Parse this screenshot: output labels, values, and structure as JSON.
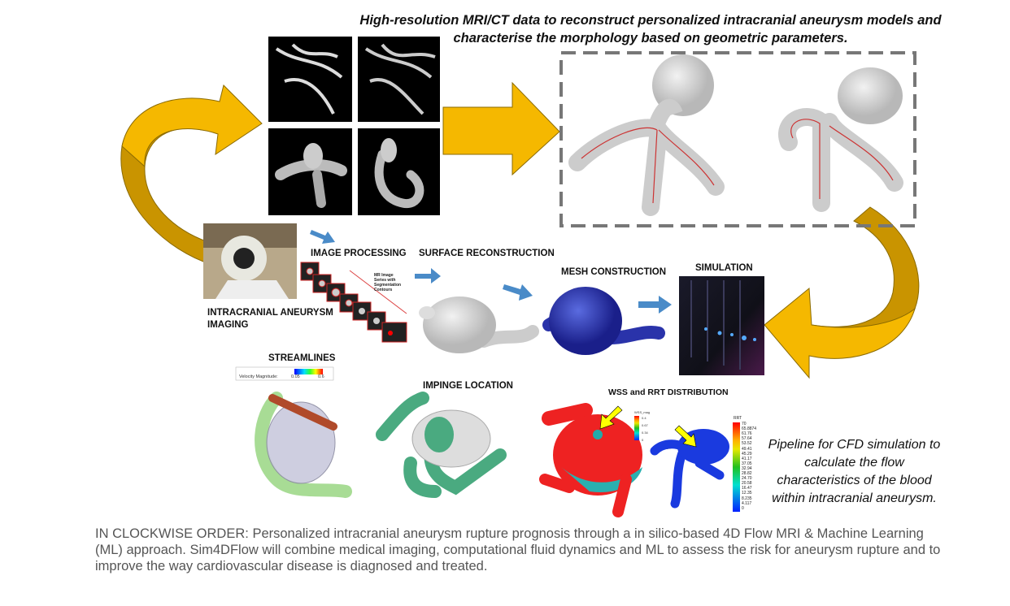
{
  "header": {
    "line1": "High-resolution MRI/CT data to reconstruct personalized intracranial aneurysm models and",
    "line2": "characterise the morphology based on geometric parameters."
  },
  "steps": {
    "imaging_1": "INTRACRANIAL ANEURYSM",
    "imaging_2": "IMAGING",
    "image_processing": "IMAGE PROCESSING",
    "surface_reconstruction": "SURFACE RECONSTRUCTION",
    "mesh_construction": "MESH CONSTRUCTION",
    "simulation": "SIMULATION",
    "streamlines": "STREAMLINES",
    "impinge_location": "IMPINGE LOCATION",
    "wss_rrt": "WSS and RRT DISTRIBUTION"
  },
  "mr_series_label": {
    "l1": "MR Image",
    "l2": "Series with",
    "l3": "Segmentation",
    "l4": "Contours"
  },
  "velocity_legend": {
    "label": "Velocity Magnitude:",
    "min": "0.05",
    "max": "0.6"
  },
  "wss_legend": {
    "title": "WSS_mag",
    "values": [
      "0.4",
      "0.67",
      "0.34",
      "0"
    ]
  },
  "rrt_legend": {
    "title": "RRT",
    "values": [
      "70",
      "65.8874",
      "61.76",
      "57.64",
      "53.52",
      "49.41",
      "45.29",
      "41.17",
      "37.05",
      "32.94",
      "28.82",
      "24.70",
      "20.58",
      "16.47",
      "12.35",
      "8.235",
      "4.117",
      "0"
    ]
  },
  "pipeline_text": {
    "l1": "Pipeline for CFD simulation to",
    "l2": "calculate the flow",
    "l3": "characteristics of the blood",
    "l4": "within intracranial aneurysm."
  },
  "caption": "IN CLOCKWISE ORDER: Personalized intracranial aneurysm rupture prognosis through a in silico-based 4D Flow MRI & Machine Learning (ML) approach. Sim4DFlow will combine medical imaging, computational fluid dynamics and ML to assess the risk for aneurysm rupture and to improve the way cardiovascular disease is diagnosed and treated.",
  "colors": {
    "arrow_yellow": "#F5B800",
    "arrow_dark": "#C99400",
    "blue_arrow": "#4A8BC8",
    "caption": "#555555"
  }
}
